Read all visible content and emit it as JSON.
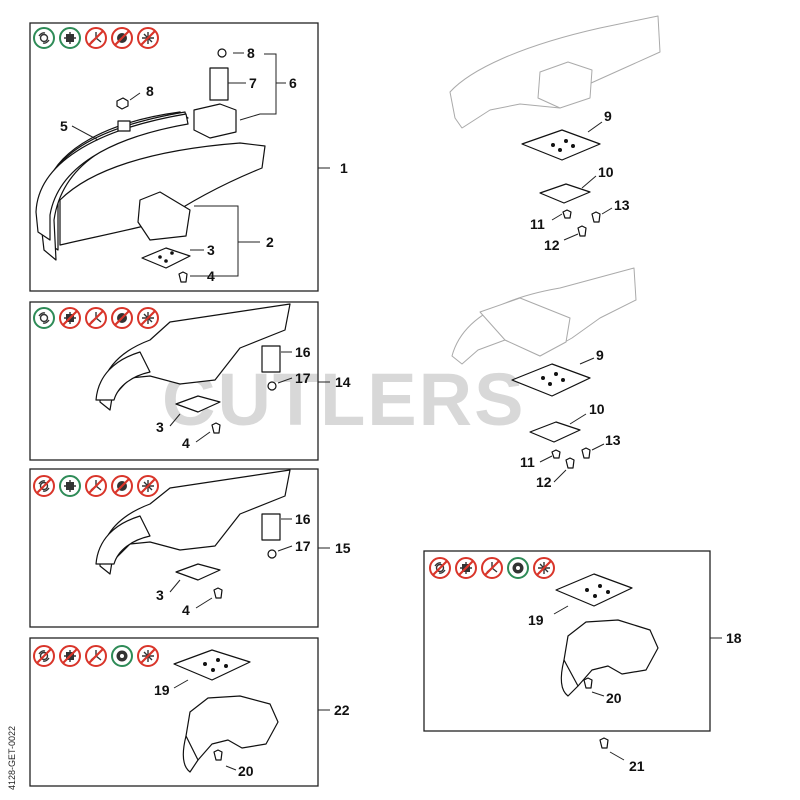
{
  "watermark": "CUTLERS",
  "drawing_code": "4128-GET-0022",
  "labels": {
    "p1": "1",
    "p2": "2",
    "p3": "3",
    "p4": "4",
    "p5": "5",
    "p6": "6",
    "p7": "7",
    "p8": "8",
    "p9": "9",
    "p10": "10",
    "p11": "11",
    "p12": "12",
    "p13": "13",
    "p14": "14",
    "p15": "15",
    "p16": "16",
    "p17": "17",
    "p18": "18",
    "p19": "19",
    "p20": "20",
    "p21": "21",
    "p22": "22"
  },
  "icons": {
    "panel1": [
      "grass-line-icon",
      "mowing-head-icon",
      "grass-blade-3t-icon",
      "brush-knife-icon",
      "grass-blade-4t-icon"
    ],
    "panel14": [
      "grass-line-icon",
      "mowing-head-icon",
      "grass-blade-3t-icon",
      "brush-knife-icon",
      "grass-blade-4t-icon"
    ],
    "panel15": [
      "grass-line-icon",
      "mowing-head-icon",
      "grass-blade-3t-icon",
      "brush-knife-icon",
      "grass-blade-4t-icon"
    ],
    "panel22": [
      "grass-line-icon",
      "mowing-head-icon",
      "grass-blade-3t-icon",
      "saw-blade-icon",
      "grass-blade-4t-icon"
    ],
    "panel18": [
      "grass-line-icon",
      "mowing-head-icon",
      "grass-blade-3t-icon",
      "saw-blade-icon",
      "grass-blade-4t-icon"
    ]
  },
  "icon_allowed": {
    "panel1": [
      true,
      true,
      false,
      false,
      false
    ],
    "panel14": [
      true,
      false,
      false,
      false,
      false
    ],
    "panel15": [
      false,
      true,
      false,
      false,
      false
    ],
    "panel22": [
      false,
      false,
      false,
      true,
      false
    ],
    "panel18": [
      false,
      false,
      false,
      true,
      false
    ]
  },
  "colors": {
    "allowed": "#2e8b57",
    "prohibited": "#d9352a",
    "line": "#111111"
  }
}
